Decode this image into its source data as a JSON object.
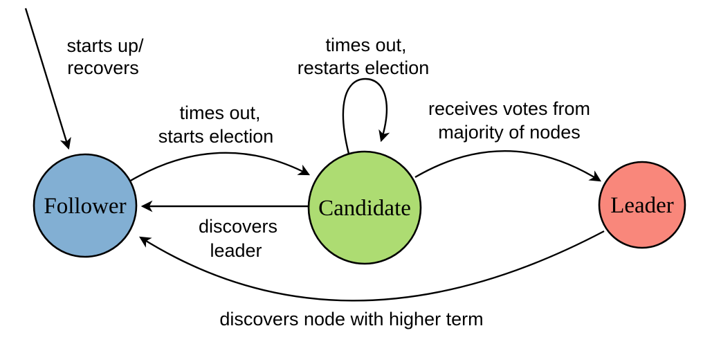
{
  "diagram": {
    "background": "#ffffff",
    "stroke_color": "#000000",
    "states": {
      "follower": {
        "label": "Follower",
        "color": "#82AFD3"
      },
      "candidate": {
        "label": "Candidate",
        "color": "#ADDC72"
      },
      "leader": {
        "label": "Leader",
        "color": "#F9877B"
      }
    },
    "edges": {
      "startup": {
        "line1": "starts up/",
        "line2": "recovers"
      },
      "follower_to_candidate": {
        "line1": "times out,",
        "line2": "starts election"
      },
      "candidate_self": {
        "line1": "times out,",
        "line2": "restarts election"
      },
      "candidate_to_leader": {
        "line1": "receives votes from",
        "line2": "majority of nodes"
      },
      "candidate_to_follower": {
        "line1": "discovers",
        "line2": "leader"
      },
      "leader_to_follower": {
        "line1": "discovers node with higher term"
      }
    }
  }
}
